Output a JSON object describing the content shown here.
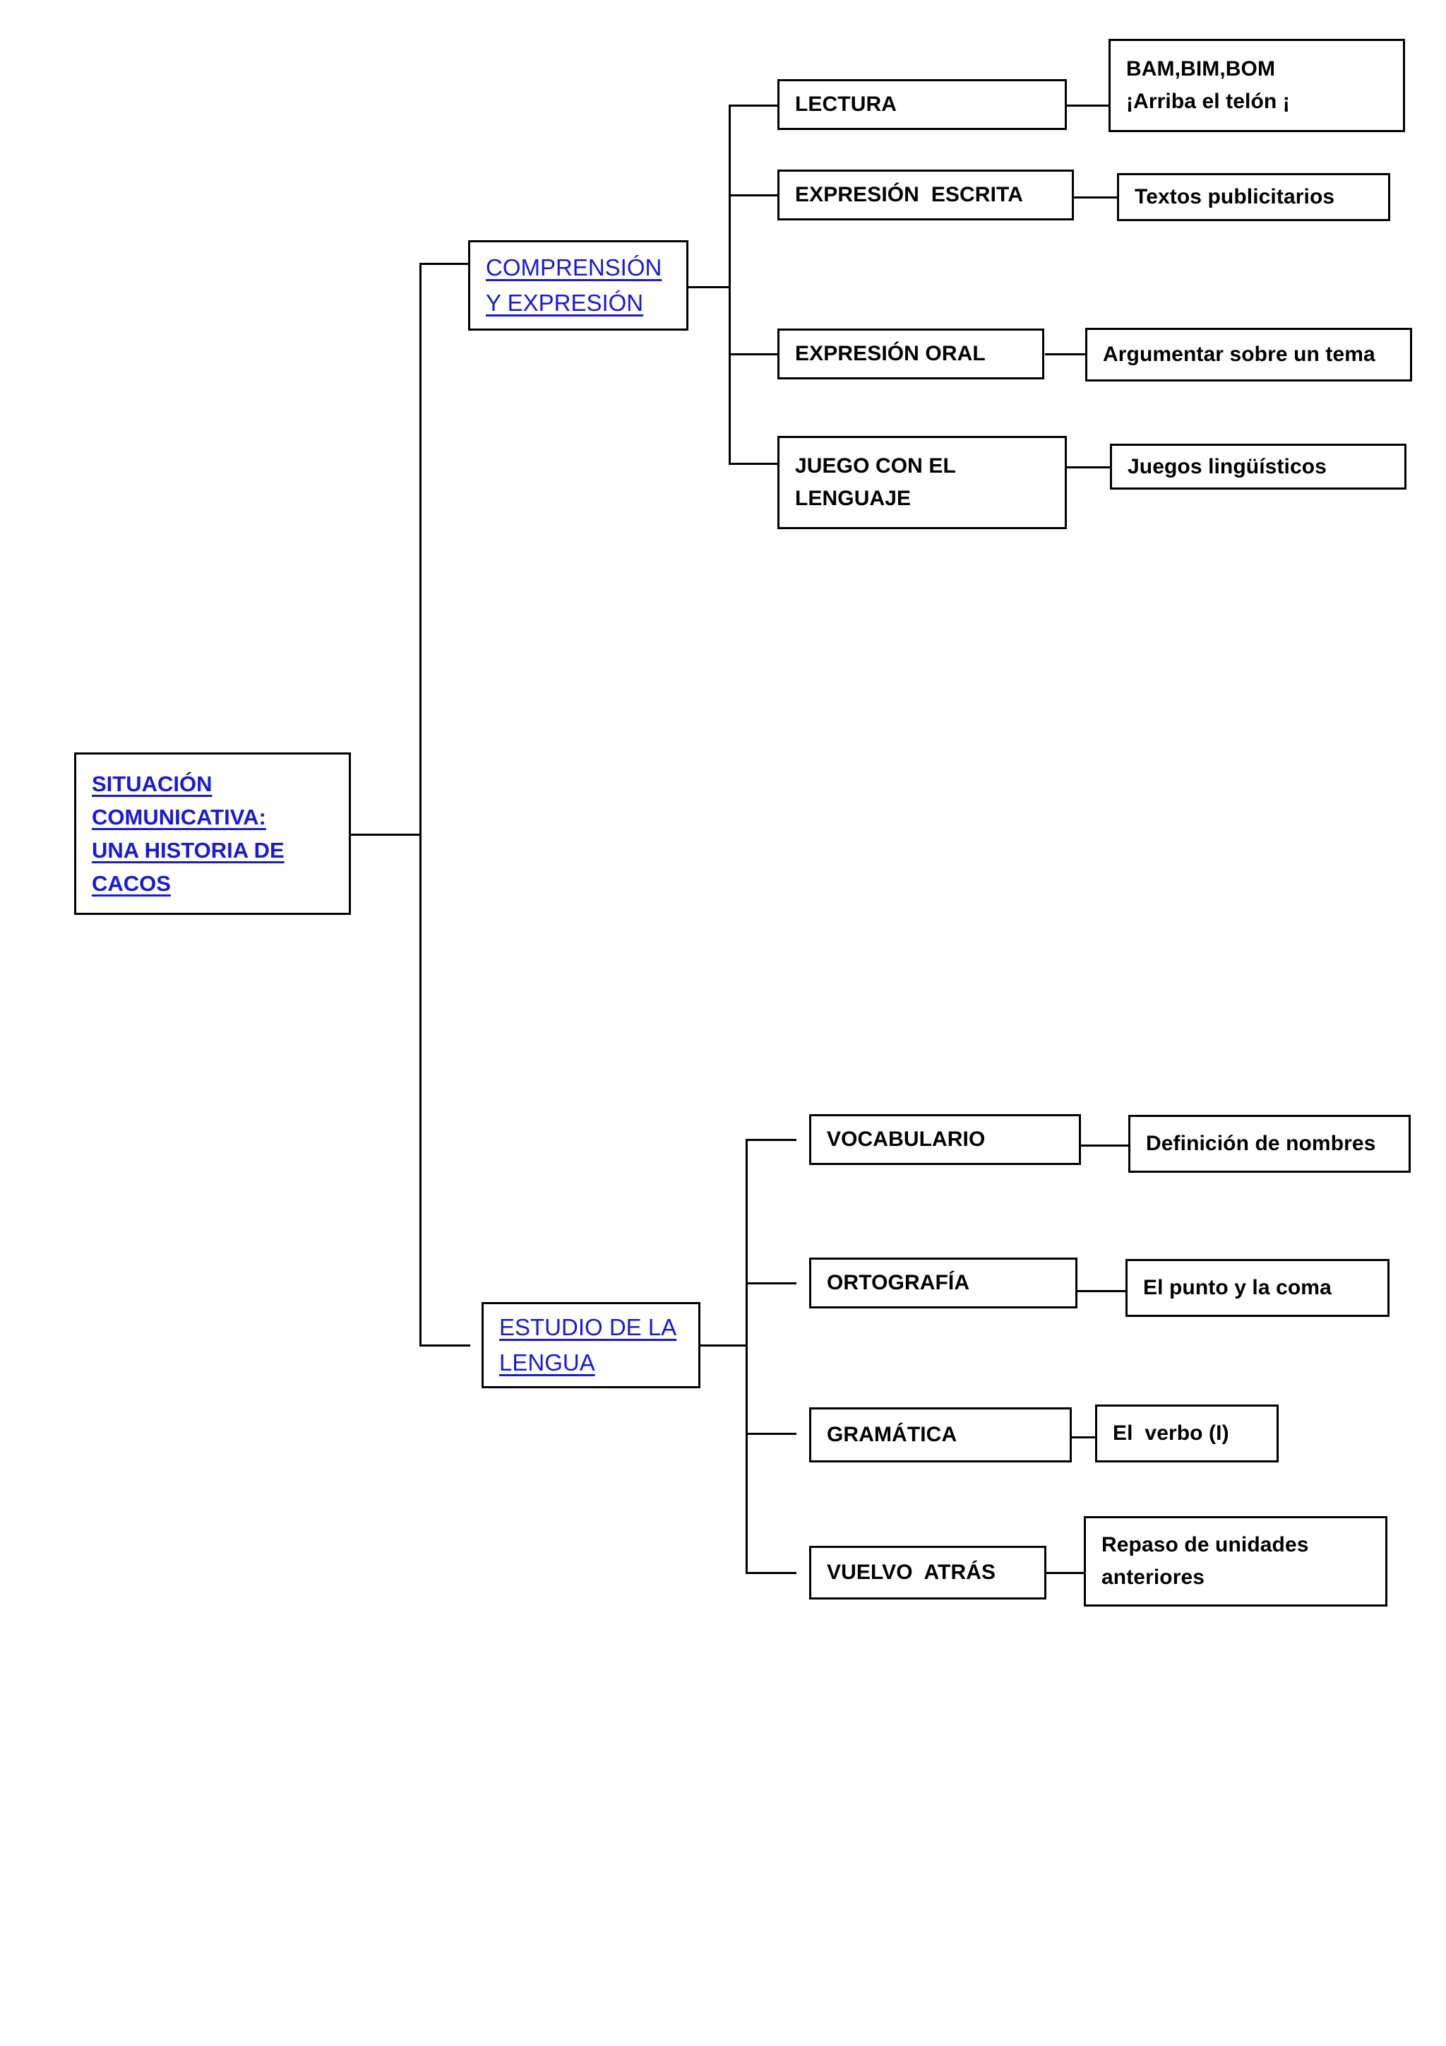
{
  "diagram": {
    "type": "tree-diagram",
    "title_node": "SITUACIÓN COMUNICATIVA: UNA HISTORIA DE CACOS",
    "colors": {
      "hub_text": "#1818E0",
      "leaf_text": "#000000",
      "border": "#000000",
      "background": "#FFFFFF"
    },
    "root": {
      "lines": [
        "SITUACIÓN",
        "COMUNICATIVA:",
        "UNA HISTORIA DE",
        "CACOS"
      ]
    },
    "branches": [
      {
        "hub": {
          "lines": [
            "COMPRENSIÓN",
            "Y EXPRESIÓN"
          ]
        },
        "items": [
          {
            "label": {
              "lines": [
                "LECTURA"
              ]
            },
            "detail": {
              "lines": [
                "BAM,BIM,BOM",
                "¡Arriba el telón ¡"
              ]
            }
          },
          {
            "label": {
              "lines": [
                "EXPRESIÓN  ESCRITA"
              ]
            },
            "detail": {
              "lines": [
                "Textos publicitarios"
              ]
            }
          },
          {
            "label": {
              "lines": [
                "EXPRESIÓN ORAL"
              ]
            },
            "detail": {
              "lines": [
                "Argumentar sobre un tema"
              ]
            }
          },
          {
            "label": {
              "lines": [
                "JUEGO CON EL",
                "LENGUAJE"
              ]
            },
            "detail": {
              "lines": [
                "Juegos lingüísticos"
              ]
            }
          }
        ]
      },
      {
        "hub": {
          "lines": [
            "ESTUDIO DE LA",
            "LENGUA"
          ]
        },
        "items": [
          {
            "label": {
              "lines": [
                "VOCABULARIO"
              ]
            },
            "detail": {
              "lines": [
                "Definición de nombres"
              ]
            }
          },
          {
            "label": {
              "lines": [
                "ORTOGRAFÍA"
              ]
            },
            "detail": {
              "lines": [
                "El punto y la coma"
              ]
            }
          },
          {
            "label": {
              "lines": [
                "GRAMÁTICA"
              ]
            },
            "detail": {
              "lines": [
                "El  verbo (I)"
              ]
            }
          },
          {
            "label": {
              "lines": [
                "VUELVO  ATRÁS"
              ]
            },
            "detail": {
              "lines": [
                "Repaso de unidades",
                "anteriores"
              ]
            }
          }
        ]
      }
    ]
  }
}
